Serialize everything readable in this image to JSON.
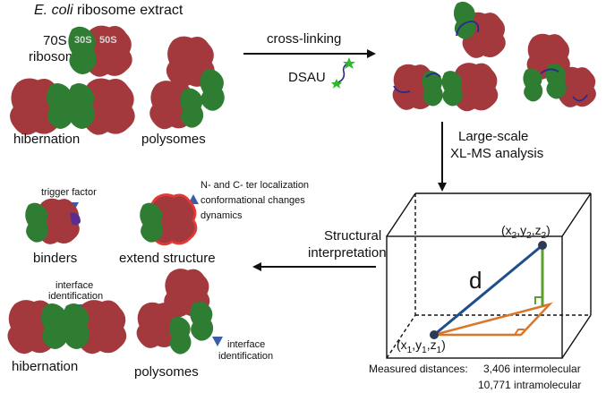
{
  "header": {
    "organism": "E. coli",
    "title_rest": " ribosome extract"
  },
  "labels": {
    "r70S_a": "70S",
    "r70S_b": "ribosome",
    "sub30S": "30S",
    "sub50S": "50S",
    "hibernation_top": "hibernation",
    "polysomes_top": "polysomes",
    "cross_linking": "cross-linking",
    "dsau": "DSAU",
    "xlms_1": "Large-scale",
    "xlms_2": "XL-MS analysis",
    "structural_1": "Structural",
    "structural_2": "interpretation",
    "trigger_factor": "trigger factor",
    "binders": "binders",
    "n_c_ter": "N- and C- ter localization",
    "conformational": "conformational changes",
    "dynamics": "dynamics",
    "extend": "extend structure",
    "interface_top_1": "interface",
    "interface_top_2": "identification",
    "hibernation_bottom": "hibernation",
    "interface_poly_1": "interface",
    "interface_poly_2": "identification",
    "polysomes_bottom": "polysomes",
    "d": "d",
    "p1": "(x",
    "p1_sub1": "1",
    "p1_y": ",y",
    "p1_sub2": "1",
    "p1_z": ",z",
    "p1_sub3": "1",
    "p1_close": ")",
    "p2": "(x",
    "p2_sub1": "2",
    "p2_y": ",y",
    "p2_sub2": "2",
    "p2_z": ",z",
    "p2_sub3": "2",
    "p2_close": ")",
    "measured": "Measured distances:",
    "intermolecular": "3,406 intermolecular",
    "intramolecular": "10,771 intramolecular"
  },
  "colors": {
    "large_subunit": "#a3383d",
    "small_subunit": "#2e7d32",
    "crosslink": "#2a2a8c",
    "marker": "#3a5fa8",
    "distance_line": "#1f4e8c",
    "green_line": "#5aa02c",
    "orange_line": "#d9762b",
    "trigger_factor": "#5b2d8c",
    "outline_red": "#e53935"
  }
}
